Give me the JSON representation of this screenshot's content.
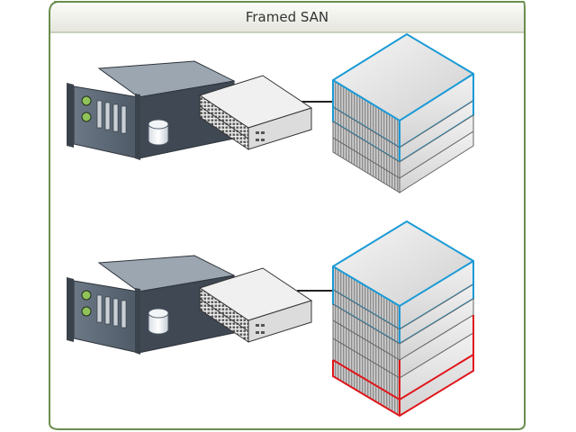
{
  "diagram": {
    "title": "Framed SAN",
    "colors": {
      "frame_border": "#6b8e4e",
      "title_bar_top": "#f8f8f4",
      "title_bar_bottom": "#e8e8e0",
      "link": "#222222",
      "highlight_blue": "#1a9ad6",
      "highlight_red": "#e0161a",
      "server_body": "#5d6a78",
      "switch_body": "#e6e6e6",
      "storage_body": "#dcdcdc"
    },
    "rows": [
      {
        "server": "server-icon",
        "switch": "network-switch-icon",
        "storage": {
          "icon": "storage-array-icon",
          "units": 4,
          "highlights": [
            "blue",
            "blue",
            "none",
            "none"
          ]
        }
      },
      {
        "server": "server-icon",
        "switch": "network-switch-icon",
        "storage": {
          "icon": "storage-array-icon",
          "units": 5,
          "highlights": [
            "blue",
            "blue",
            "none",
            "red",
            "red"
          ]
        }
      }
    ]
  }
}
